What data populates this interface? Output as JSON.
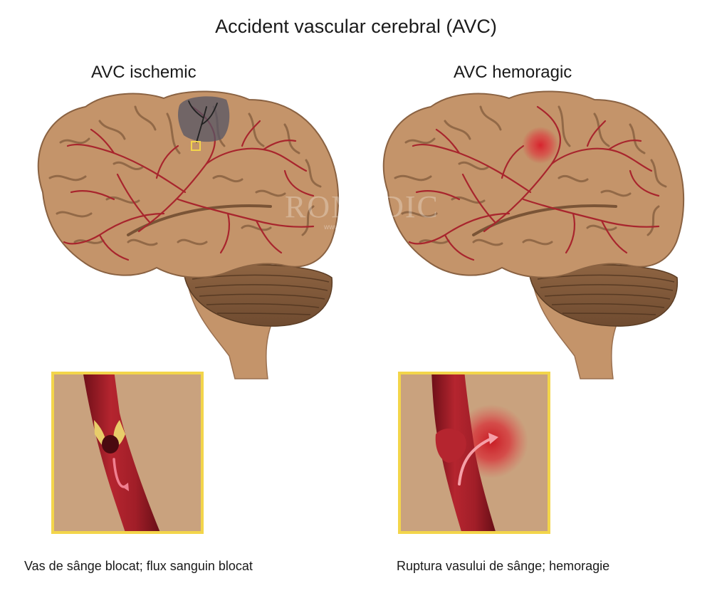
{
  "title": "Accident vascular cerebral (AVC)",
  "panels": [
    {
      "heading": "AVC ischemic",
      "caption": "Vas de sânge blocat; flux sanguin blocat"
    },
    {
      "heading": "AVC hemoragic",
      "caption": "Ruptura vasului de sânge; hemoragie"
    }
  ],
  "watermark": {
    "name": "ROMEDIC",
    "url": "www.romedic.ro"
  },
  "colors": {
    "brain": "#c4946a",
    "brain_outline": "#8a6242",
    "vessel": "#a8252d",
    "inset_frame": "#f3d54a",
    "inset_bg": "#c9a27e",
    "blood_spot": "#e0303a",
    "clot_shadow": "#555566"
  }
}
